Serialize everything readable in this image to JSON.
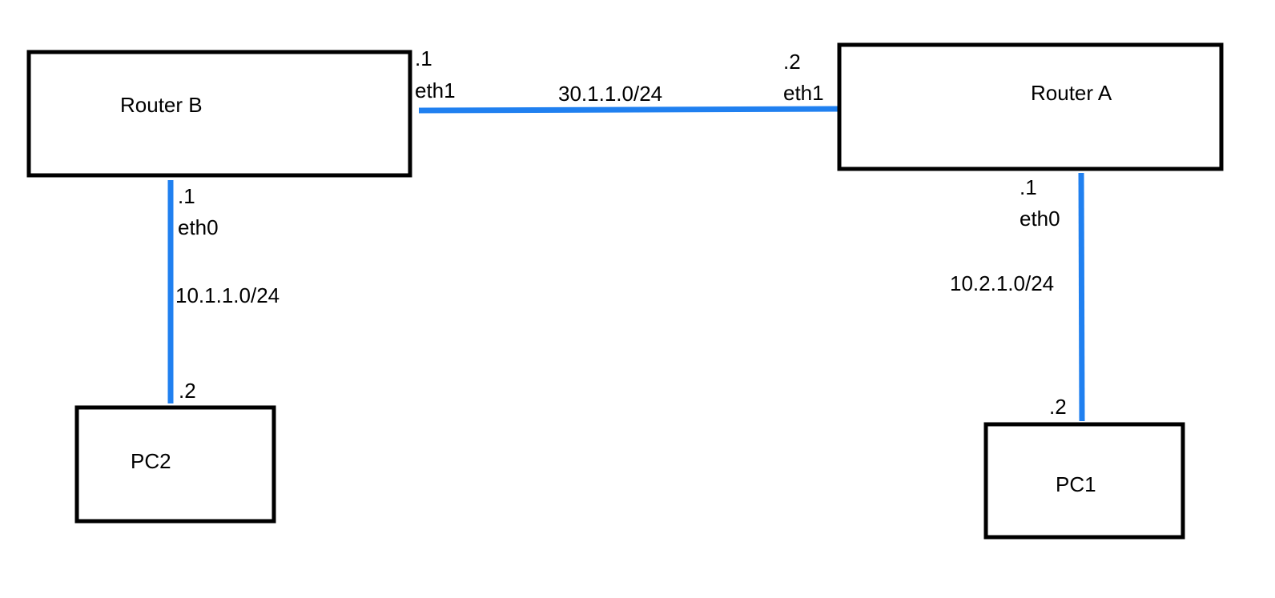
{
  "colors": {
    "link": "#2080f0",
    "border": "#000000",
    "text": "#000000",
    "background": "#ffffff"
  },
  "nodes": {
    "router_b": {
      "label": "Router B"
    },
    "router_a": {
      "label": "Router A"
    },
    "pc2": {
      "label": "PC2"
    },
    "pc1": {
      "label": "PC1"
    }
  },
  "links": {
    "router_b_router_a": {
      "network": "30.1.1.0/24",
      "router_b_side": {
        "host": ".1",
        "interface": "eth1"
      },
      "router_a_side": {
        "host": ".2",
        "interface": "eth1"
      }
    },
    "router_b_pc2": {
      "network": "10.1.1.0/24",
      "router_b_side": {
        "host": ".1",
        "interface": "eth0"
      },
      "pc2_side": {
        "host": ".2"
      }
    },
    "router_a_pc1": {
      "network": "10.2.1.0/24",
      "router_a_side": {
        "host": ".1",
        "interface": "eth0"
      },
      "pc1_side": {
        "host": ".2"
      }
    }
  }
}
